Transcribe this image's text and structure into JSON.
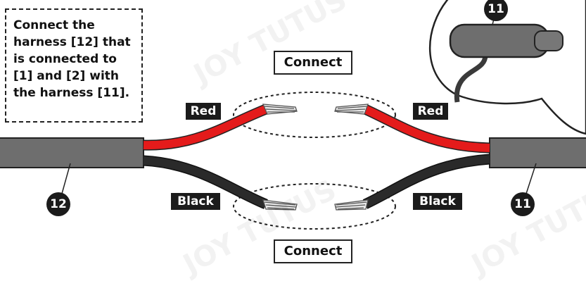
{
  "instruction": {
    "line1": "Connect the",
    "line2": "harness [12] that",
    "line3": "is connected to",
    "line4": "[1] and [2] with",
    "line5": "the harness [11]."
  },
  "labels": {
    "connect_top": "Connect",
    "connect_bottom": "Connect",
    "red_left": "Red",
    "red_right": "Red",
    "black_left": "Black",
    "black_right": "Black"
  },
  "badges": {
    "left_cable": "12",
    "right_cable": "11",
    "plug": "11"
  },
  "watermark": {
    "line1": "JOY",
    "line2": "TUTUS"
  },
  "colors": {
    "red_wire": "#e41b1b",
    "black_wire": "#2a2a2a",
    "cable_sheath": "#6e6e6e"
  }
}
